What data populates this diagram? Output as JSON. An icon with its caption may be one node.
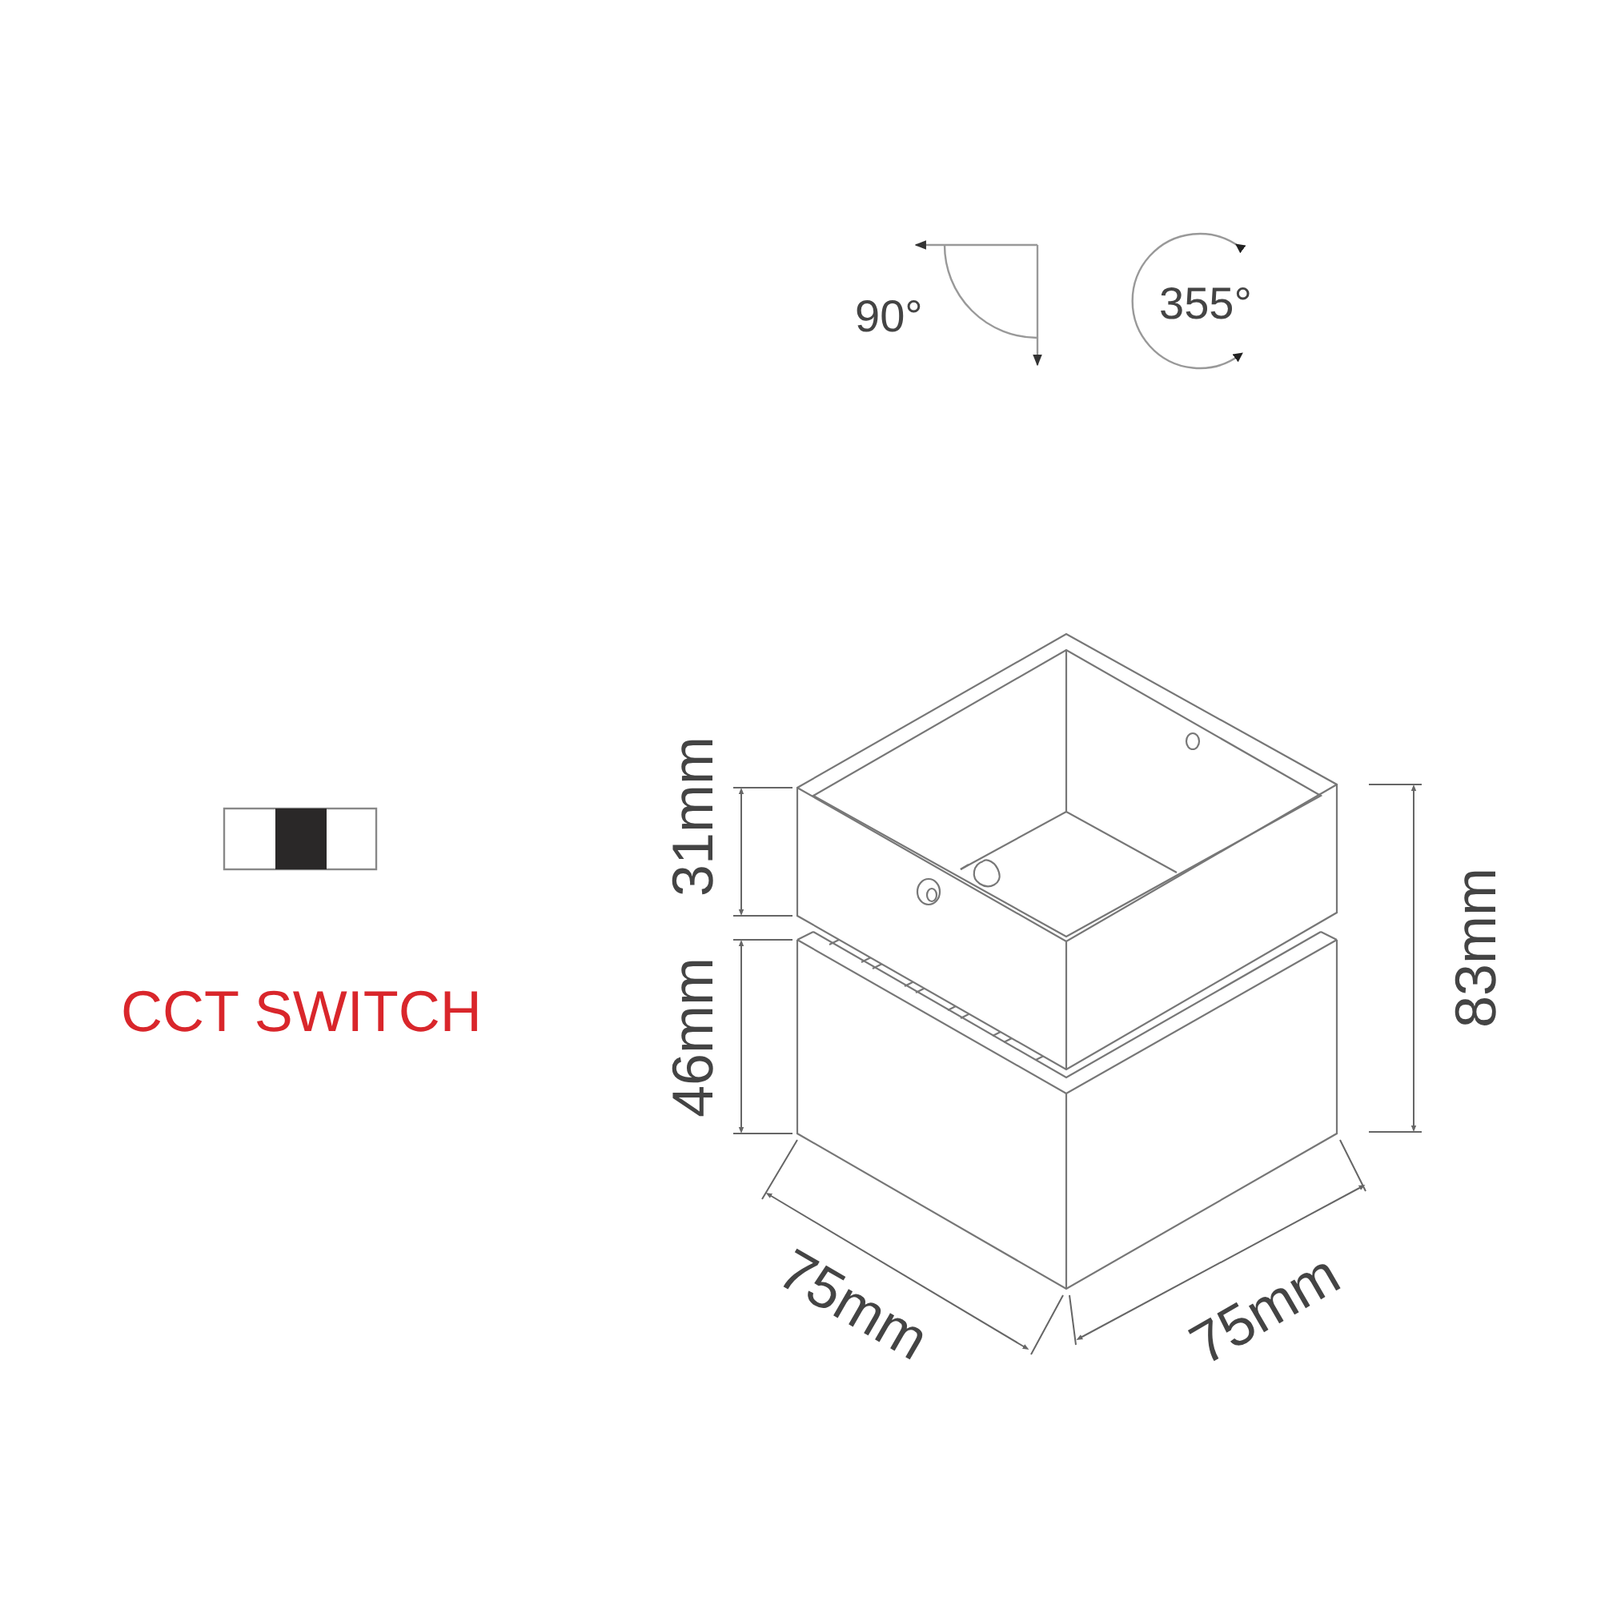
{
  "diagram": {
    "labels": [
      "90°",
      "355°",
      "31mm",
      "83mm",
      "CCT  SWITCH",
      "46mm",
      "75mm",
      "75mm"
    ]
  }
}
